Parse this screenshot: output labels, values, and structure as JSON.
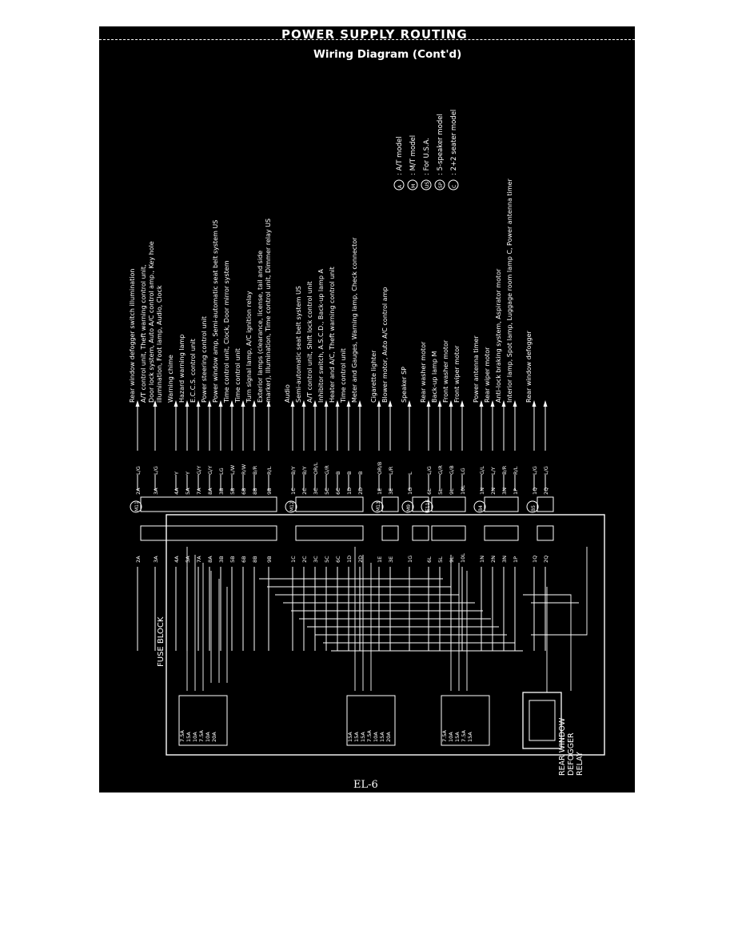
{
  "header": {
    "title": "POWER SUPPLY ROUTING",
    "subtitle": "Wiring Diagram (Cont'd)"
  },
  "page_number": "EL-6",
  "fuse_block_label": "FUSE BLOCK",
  "relay_label_lines": [
    "REAR WINDOW",
    "DEFOGGER",
    "RELAY"
  ],
  "legend": [
    {
      "symbol": "A",
      "text": ": A/T model"
    },
    {
      "symbol": "M",
      "text": ": M/T model"
    },
    {
      "symbol": "US",
      "text": ": For U.S.A."
    },
    {
      "symbol": "SP",
      "text": ": 5-speaker model"
    },
    {
      "symbol": "C",
      "text": ": 2+2 seater model"
    }
  ],
  "connectors": [
    "M11",
    "M12",
    "M13",
    "M9",
    "E116",
    "B4",
    "B5"
  ],
  "circuit_groups": [
    {
      "connector": "M11",
      "circuits": [
        {
          "pin": "2A",
          "wire": "L/G",
          "lines": [
            "Rear window defogger switch illumination"
          ]
        },
        {
          "pin": "3A",
          "wire": "L/G",
          "lines": [
            "A/T control unit, Theft warning control unit,",
            "Door lock system, Auto A/C control amp., Key hole",
            "illumination, Foot lamp, Audio, Clock"
          ]
        },
        {
          "pin": "4A",
          "wire": "Y",
          "lines": [
            "Warning chime"
          ]
        },
        {
          "pin": "5A",
          "wire": "Y",
          "lines": [
            "Hazard warning lamp"
          ]
        },
        {
          "pin": "7A",
          "wire": "G/Y",
          "lines": [
            "E.C.C.S. control unit"
          ]
        },
        {
          "pin": "8A",
          "wire": "G/Y",
          "lines": [
            "Power steering control unit"
          ]
        },
        {
          "pin": "3B",
          "wire": "LG",
          "lines": [
            "Power window amp, Semi-automatic seat belt system US"
          ]
        },
        {
          "pin": "5B",
          "wire": "L/W",
          "lines": [
            "Time control unit, Clock, Door mirror system"
          ]
        },
        {
          "pin": "6B",
          "wire": "R/W",
          "lines": [
            "Time control unit"
          ]
        },
        {
          "pin": "8B",
          "wire": "B/R",
          "lines": [
            "Turn signal lamp, A/C ignition relay"
          ]
        },
        {
          "pin": "9B",
          "wire": "R/L",
          "lines": [
            "Exterior lamps (clearance, license, tail and side",
            "marker), Illumination, Time control unit, Dimmer relay US"
          ]
        }
      ]
    },
    {
      "connector": "M12",
      "circuits": [
        {
          "pin": "1C",
          "wire": "B/Y",
          "lines": [
            "Audio"
          ]
        },
        {
          "pin": "2C",
          "wire": "B/Y",
          "lines": [
            "Semi-automatic seat belt system US"
          ]
        },
        {
          "pin": "3C",
          "wire": "OR/L",
          "lines": [
            "A/T control unit, Shift lock control unit"
          ]
        },
        {
          "pin": "5C",
          "wire": "G/R",
          "lines": [
            "Inhibitor switch, A.S.C.D., Back-up lamp A"
          ]
        },
        {
          "pin": "6C",
          "wire": "B",
          "lines": [
            "Heater and A/C, Theft warning control unit"
          ]
        },
        {
          "pin": "1D",
          "wire": "B",
          "lines": [
            "Time control unit"
          ]
        },
        {
          "pin": "2D",
          "wire": "B",
          "lines": [
            "Meter and Gauges, Warning lamp, Check connector"
          ]
        }
      ]
    },
    {
      "connector": "M13",
      "circuits": [
        {
          "pin": "1E",
          "wire": "OR/B",
          "lines": [
            "Cigarette lighter"
          ]
        },
        {
          "pin": "3E",
          "wire": "L/R",
          "lines": [
            "Blower motor, Auto A/C control amp"
          ]
        }
      ]
    },
    {
      "connector": "M9",
      "circuits": [
        {
          "pin": "1G",
          "wire": "L",
          "lines": [
            "Speaker SP"
          ]
        }
      ]
    },
    {
      "connector": "E116",
      "circuits": [
        {
          "pin": "6L",
          "wire": "L/G",
          "lines": [
            "Rear washer motor"
          ]
        },
        {
          "pin": "5L",
          "wire": "G/R",
          "lines": [
            "Back-up lamp M"
          ]
        },
        {
          "pin": "9L",
          "wire": "G/B",
          "lines": [
            "Front washer motor"
          ]
        },
        {
          "pin": "10L",
          "wire": "LG",
          "lines": [
            "Front wiper motor"
          ]
        }
      ]
    },
    {
      "connector": "B4",
      "circuits": [
        {
          "pin": "1N",
          "wire": "G/L",
          "lines": [
            "Power antenna timer"
          ]
        },
        {
          "pin": "2N",
          "wire": "L/Y",
          "lines": [
            "Rear wiper motor"
          ]
        },
        {
          "pin": "3N",
          "wire": "B/R",
          "lines": [
            "Anti-lock braking system, Aspirator motor"
          ]
        },
        {
          "pin": "1P",
          "wire": "R/L",
          "lines": [
            "Interior lamp, Spot lamp, Luggage room lamp C, Power antenna timer"
          ]
        }
      ]
    },
    {
      "connector": "B5",
      "circuits": [
        {
          "pin": "1Q",
          "wire": "L/G",
          "lines": [
            "Rear window defogger"
          ]
        },
        {
          "pin": "2Q",
          "wire": "L/G",
          "lines": [
            ""
          ]
        }
      ]
    }
  ],
  "fuses": [
    {
      "id": "A",
      "ratings": [
        "7.5A",
        "15A",
        "10A",
        "7.5A",
        "10A",
        "20A"
      ]
    },
    {
      "id": "B",
      "ratings": [
        "15A",
        "15A",
        "15A",
        "7.5A",
        "10A",
        "15A",
        "20A"
      ]
    },
    {
      "id": "C",
      "ratings": [
        "7.5A",
        "10A",
        "15A",
        "7.5A",
        "15A"
      ]
    }
  ]
}
